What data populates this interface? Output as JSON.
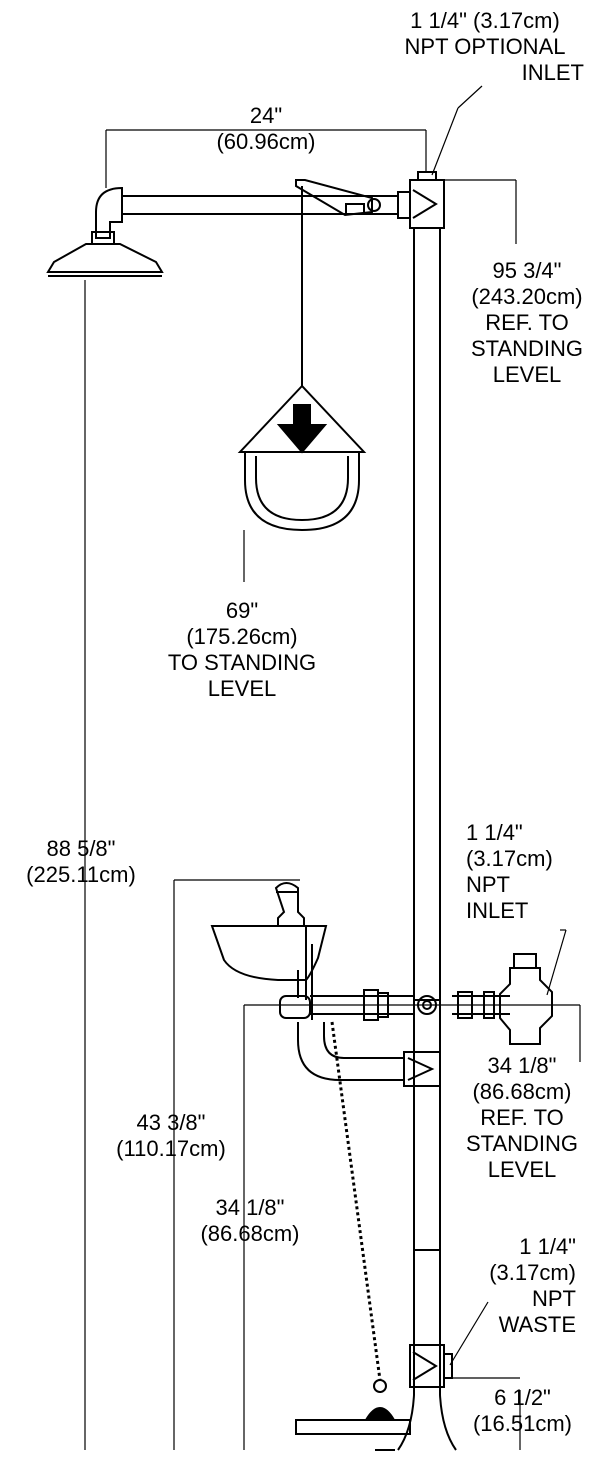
{
  "labels": {
    "top_inlet": [
      "1 1/4\" (3.17cm)",
      "NPT OPTIONAL",
      "INLET"
    ],
    "width": [
      "24\"",
      "(60.96cm)"
    ],
    "shower_height": [
      "95 3/4\"",
      "(243.20cm)",
      "REF. TO",
      "STANDING",
      "LEVEL"
    ],
    "pull_handle": [
      "69\"",
      "(175.26cm)",
      "TO STANDING",
      "LEVEL"
    ],
    "overall_height": [
      "88 5/8\"",
      "(225.11cm)"
    ],
    "side_inlet": [
      "1 1/4\"",
      "(3.17cm)",
      "NPT",
      "INLET"
    ],
    "inlet_height": [
      "34 1/8\"",
      "(86.68cm)",
      "REF. TO",
      "STANDING",
      "LEVEL"
    ],
    "bowl_height": [
      "43 3/8\"",
      "(110.17cm)"
    ],
    "valve_height": [
      "34 1/8\"",
      "(86.68cm)"
    ],
    "waste": [
      "1 1/4\"",
      "(3.17cm)",
      "NPT",
      "WASTE"
    ],
    "waste_height": [
      "6 1/2\"",
      "(16.51cm)"
    ]
  },
  "colors": {
    "line": "#000000",
    "background": "#ffffff"
  }
}
